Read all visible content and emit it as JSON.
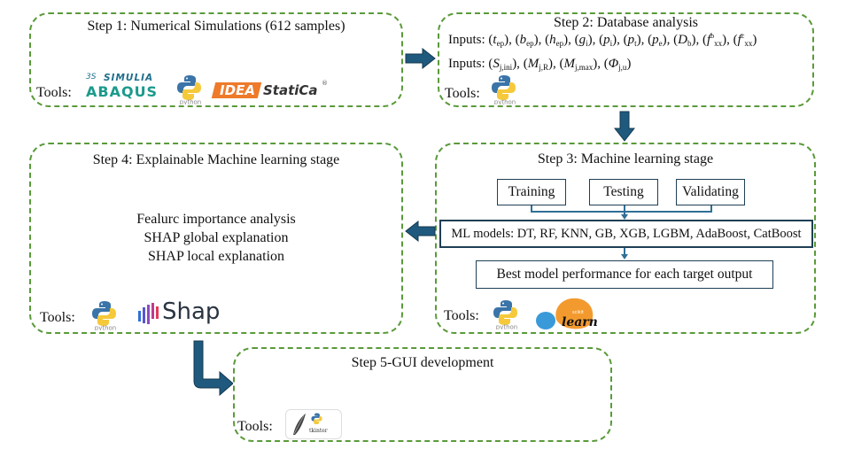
{
  "steps": {
    "step1": {
      "title": "Step 1: Numerical Simulations (612 samples)",
      "tools_label": "Tools:",
      "tools": [
        "SIMULIA ABAQUS",
        "python",
        "IDEA StatiCa"
      ],
      "logos": {
        "simulia_top": "SIMULIA",
        "simulia_bottom": "ABAQUS",
        "ds": "3S",
        "python": "python",
        "idea": "IDEA",
        "statica": "StatiCa",
        "reg": "®"
      }
    },
    "step2": {
      "title": "Step 2: Database analysis",
      "inputs_label_1": "Inputs:",
      "inputs_1": [
        {
          "sym": "t",
          "sub": "ep"
        },
        {
          "sym": "b",
          "sub": "ep"
        },
        {
          "sym": "h",
          "sub": "ep"
        },
        {
          "sym": "g",
          "sub": "i"
        },
        {
          "sym": "p",
          "sub": "i"
        },
        {
          "sym": "p",
          "sub": "t"
        },
        {
          "sym": "p",
          "sub": "e"
        },
        {
          "sym": "D",
          "sub": "b"
        },
        {
          "sym": "f",
          "sub": "xx",
          "sup": "b"
        },
        {
          "sym": "f",
          "sub": "xx",
          "sup": "c"
        }
      ],
      "inputs_label_2": "Inputs:",
      "inputs_2": [
        {
          "sym": "S",
          "sub": "j,ini"
        },
        {
          "sym": "M",
          "sub": "j,R"
        },
        {
          "sym": "M",
          "sub": "j,max"
        },
        {
          "sym": "Φ",
          "sub": "j,u"
        }
      ],
      "tools_label": "Tools:",
      "tools": [
        "python"
      ],
      "logos": {
        "python": "python"
      }
    },
    "step3": {
      "title": "Step 3: Machine learning stage",
      "phases": [
        "Training",
        "Testing",
        "Validating"
      ],
      "models": "ML models: DT, RF, KNN, GB, XGB, LGBM, AdaBoost, CatBoost",
      "best": "Best model performance for each target output",
      "tools_label": "Tools:",
      "tools": [
        "python",
        "scikit-learn"
      ],
      "logos": {
        "python": "python",
        "scikit": "scikit",
        "learn": "learn"
      }
    },
    "step4": {
      "title": "Step 4: Explainable Machine learning stage",
      "items": [
        "Fealurc importance analysis",
        "SHAP global explanation",
        "SHAP local explanation"
      ],
      "tools_label": "Tools:",
      "tools": [
        "python",
        "Shap"
      ],
      "logos": {
        "python": "python",
        "shap": "Shap"
      }
    },
    "step5": {
      "title": "Step 5-GUI development",
      "tools_label": "Tools:",
      "tools": [
        "tkinter"
      ],
      "logos": {
        "tkinter": "tkinter"
      }
    }
  },
  "colors": {
    "box_border": "#5a9a3a",
    "arrow_fill": "#1f5a7e",
    "arrow_stroke": "#13384f",
    "connector": "#2f6f98",
    "inner_box_border": "#1f3f55"
  }
}
